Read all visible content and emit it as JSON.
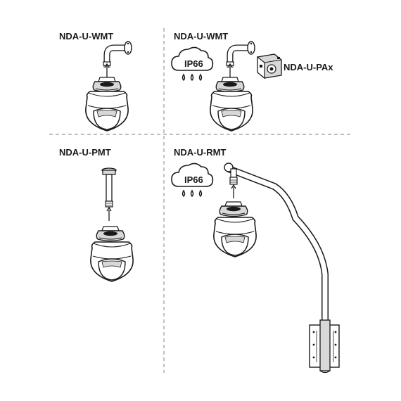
{
  "panels": {
    "top_left": {
      "model": "NDA-U-WMT"
    },
    "top_right": {
      "model": "NDA-U-WMT",
      "accessory": "NDA-U-PAx",
      "rating": "IP66"
    },
    "bottom_left": {
      "model": "NDA-U-PMT"
    },
    "bottom_right": {
      "model": "NDA-U-RMT",
      "rating": "IP66"
    }
  },
  "icons": {
    "divider": "dashed-line",
    "rating_badge": "cloud-rain-icon",
    "mount_arrow": "arrow-up-icon"
  },
  "colors": {
    "ink": "#1a1a1a",
    "divider": "#9a9a9a",
    "shade": "#d8d8d8"
  }
}
